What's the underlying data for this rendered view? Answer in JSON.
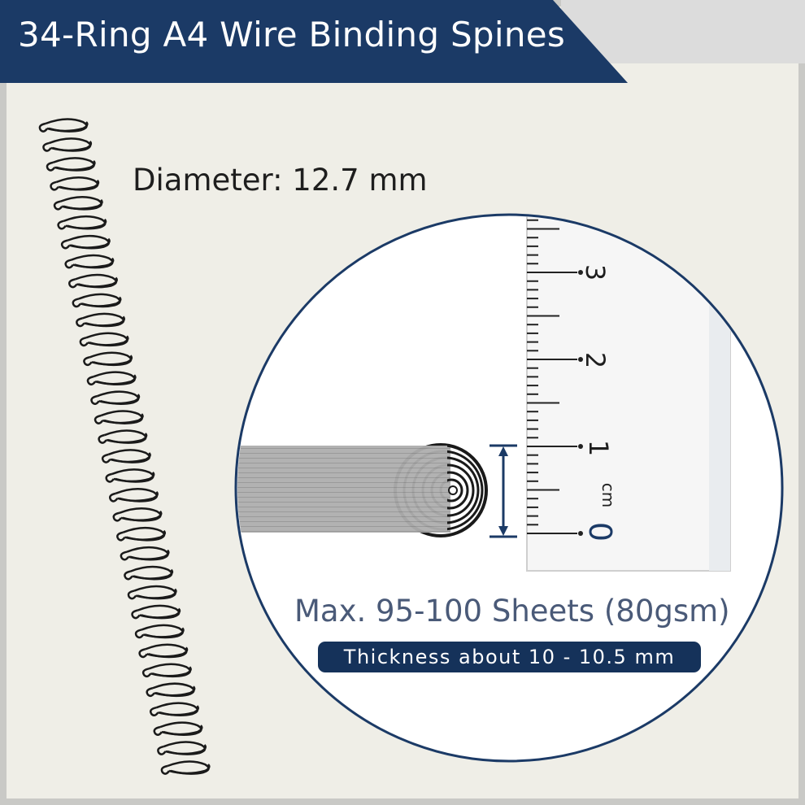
{
  "title": "34-Ring A4 Wire Binding Spines",
  "diameter_label": "Diameter: 12.7 mm",
  "capacity_label": "Max. 95-100 Sheets (80gsm)",
  "thickness_label": "Thickness about 10 - 10.5 mm",
  "ruler": {
    "numbers": [
      "3",
      "2",
      "1",
      "0"
    ],
    "unit": "cm"
  },
  "ring_count": 34,
  "colors": {
    "banner": "#1b3a66",
    "background": "#efeee7",
    "accent": "#15325a",
    "wire": "#1a1a1a",
    "paper": "#a9a9a9"
  }
}
